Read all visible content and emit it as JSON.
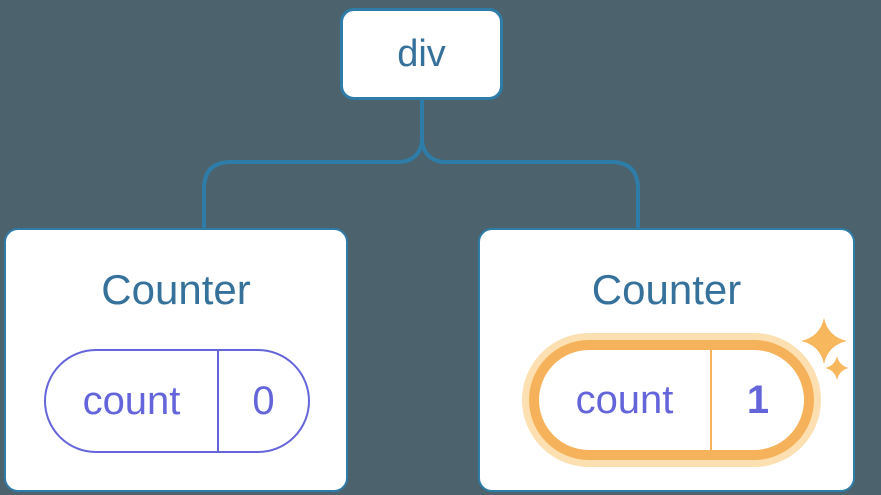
{
  "diagram": {
    "root": {
      "label": "div"
    },
    "children": [
      {
        "title": "Counter",
        "state": {
          "key": "count",
          "value": "0"
        },
        "highlighted": false
      },
      {
        "title": "Counter",
        "state": {
          "key": "count",
          "value": "1"
        },
        "highlighted": true
      }
    ]
  },
  "icons": {
    "sparkle_large": "sparkle-icon",
    "sparkle_small": "sparkle-icon"
  },
  "colors": {
    "background": "#4C626C",
    "line_blue": "#2E7DA9",
    "text_blue": "#35719B",
    "purple": "#6565DB",
    "orange": "#F5B25A",
    "orange_glow": "#FCE0B1",
    "sparkle_orange": "#F7B75D",
    "card_white": "#FFFFFF"
  }
}
